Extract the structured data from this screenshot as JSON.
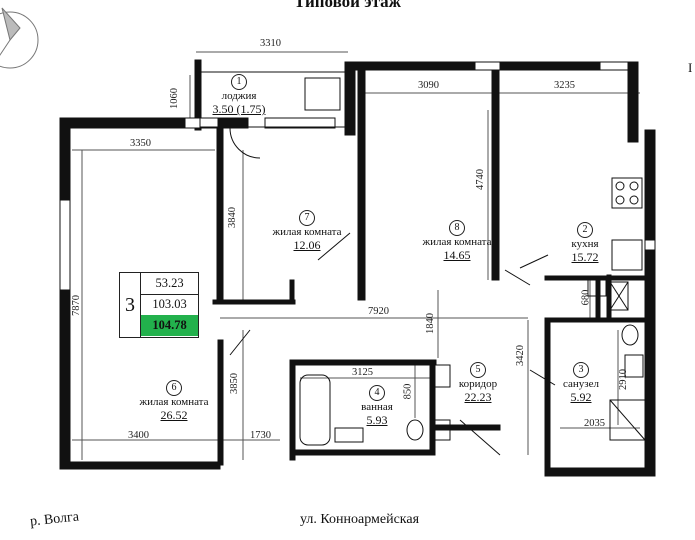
{
  "title": "Типовой этаж",
  "rooms": [
    {
      "num": "1",
      "name": "лоджия",
      "area": "3.50 (1.75)"
    },
    {
      "num": "7",
      "name": "жилая комната",
      "area": "12.06"
    },
    {
      "num": "8",
      "name": "жилая комната",
      "area": "14.65"
    },
    {
      "num": "2",
      "name": "кухня",
      "area": "15.72"
    },
    {
      "num": "6",
      "name": "жилая комната",
      "area": "26.52"
    },
    {
      "num": "4",
      "name": "ванная",
      "area": "5.93"
    },
    {
      "num": "5",
      "name": "коридор",
      "area": "22.23"
    },
    {
      "num": "3",
      "name": "санузел",
      "area": "5.92"
    }
  ],
  "summary": {
    "rooms": "3",
    "living": "53.23",
    "total": "103.03",
    "total_with_loggia": "104.78",
    "total_color": "#22b14c"
  },
  "dimensions": {
    "d3310": "3310",
    "d1060": "1060",
    "d3090": "3090",
    "d3235": "3235",
    "d3350": "3350",
    "d3840": "3840",
    "d4740": "4740",
    "d7870": "7870",
    "d7920": "7920",
    "d1840": "1840",
    "d680": "680",
    "d3420": "3420",
    "d3125": "3125",
    "d850": "850",
    "d2910": "2910",
    "d3850": "3850",
    "d3400": "3400",
    "d1730": "1730",
    "d2035": "2035"
  },
  "streets": {
    "bottom": "ул. Конноармейская",
    "left": "р. Волга"
  },
  "edge_mark": "I"
}
